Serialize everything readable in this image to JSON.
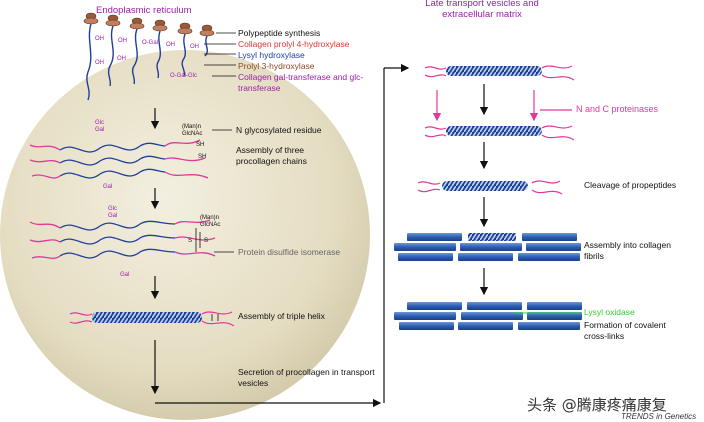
{
  "titles": {
    "er": "Endoplasmic reticulum",
    "late": "Late transport vesicles and extracellular matrix"
  },
  "er_steps": {
    "polypeptide_synthesis": "Polypeptide synthesis",
    "prolyl4": "Collagen prolyl 4-hydroxylase",
    "lysyl_hydroxylase": "Lysyl hydroxylase",
    "prolyl3": "Prolyl 3-hydroxylase",
    "galglc": "Collagen gal-transferase and glc-transferase",
    "n_glycosylated": "N glycosylated residue",
    "assembly_three": "Assembly of three procollagen chains",
    "pdi": "Protein disulfide isomerase",
    "triple_helix": "Assembly of triple helix",
    "secretion": "Secretion of procollagen in transport vesicles"
  },
  "ecm_steps": {
    "proteinases": "N and C proteinases",
    "cleavage": "Cleavage of propeptides",
    "fibrils": "Assembly into collagen fibrils",
    "lysyl_oxidase": "Lysyl oxidase",
    "crosslinks": "Formation of covalent cross-links"
  },
  "chem": {
    "oh": "OH",
    "glc": "Glc",
    "gal": "Gal",
    "o_gal": "O-Gal",
    "o_gal_glc": "O-Gal-Glc",
    "sh": "SH",
    "s": "S",
    "man_glcnac": "(Man)n GlcNAc"
  },
  "footer": {
    "watermark": "头条 @腾康疼痛康复",
    "credit": "TRENDS in Genetics"
  },
  "colors": {
    "cell": "#e8e1c6",
    "chain_blue": "#1f3f9a",
    "pink": "#e0399a",
    "fibril": "#2c5fb0"
  }
}
